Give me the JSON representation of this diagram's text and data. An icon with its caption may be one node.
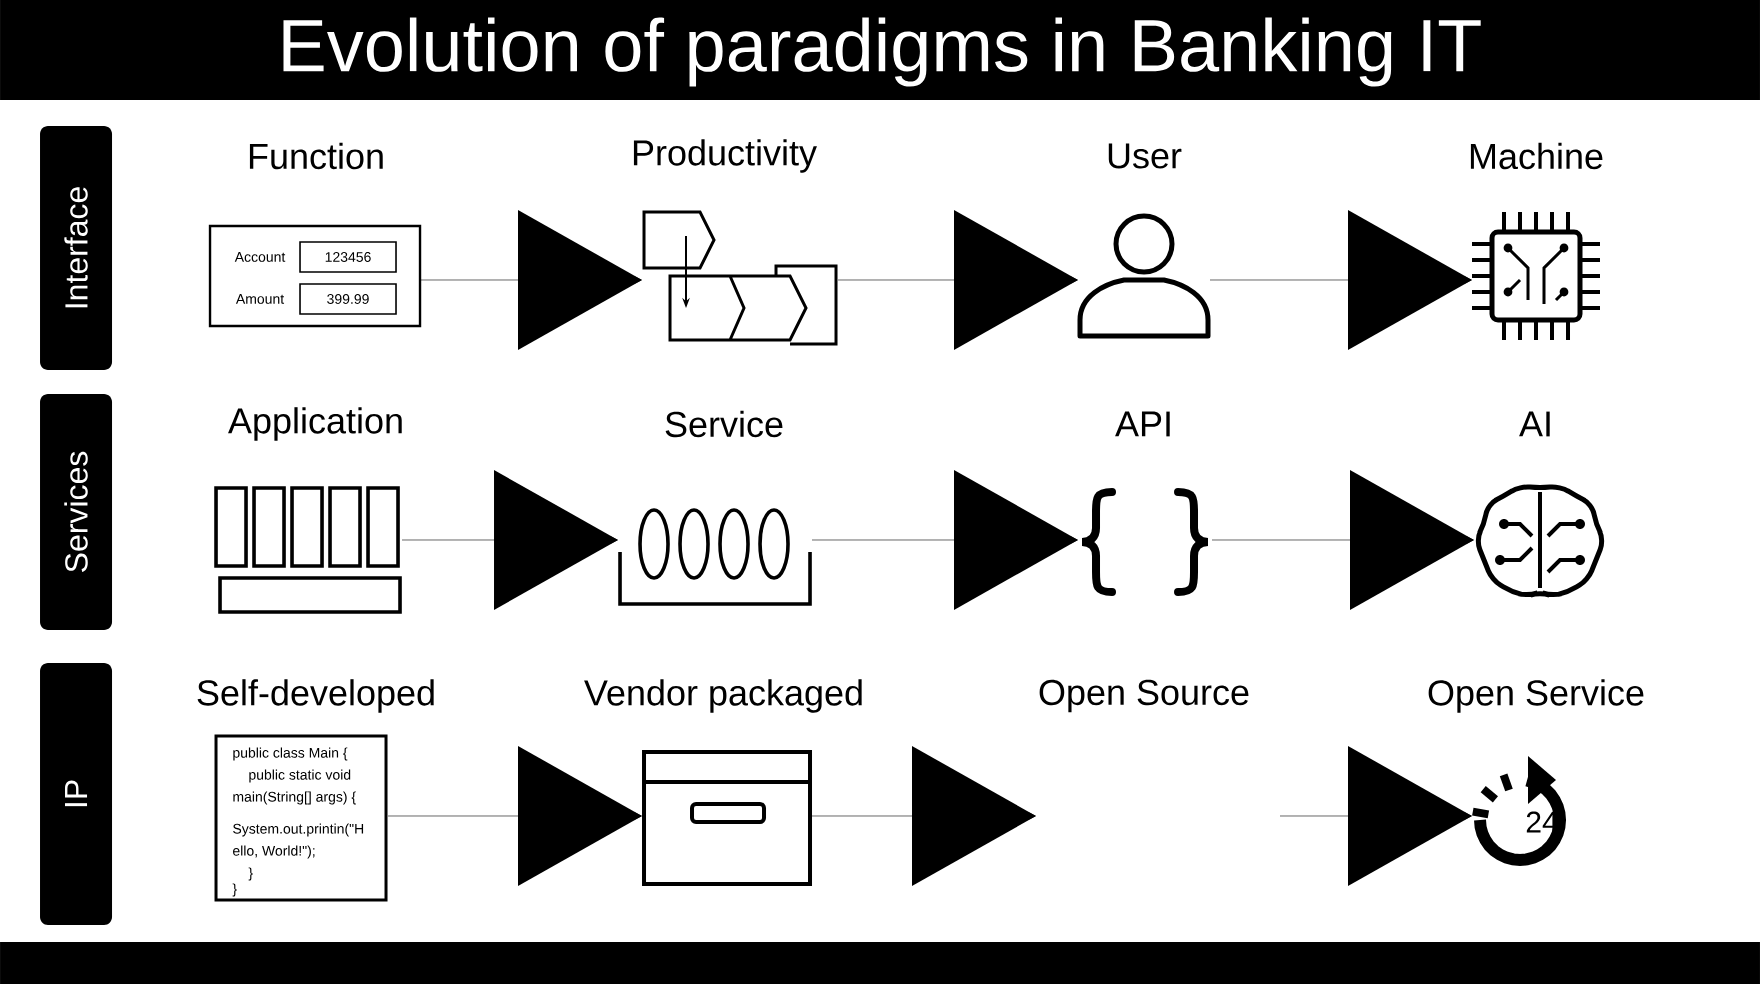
{
  "diagram": {
    "title": "Evolution of paradigms in Banking IT",
    "nodes": [
      {
        "text": [
          "Interface"
        ]
      },
      {
        "text": [
          "Function"
        ]
      },
      {
        "text": [
          "Productivity"
        ]
      },
      {
        "text": [
          "User"
        ]
      },
      {
        "text": [
          "Machine"
        ]
      },
      {
        "text": [
          "Services"
        ]
      },
      {
        "text": [
          "Application"
        ]
      },
      {
        "text": [
          "Service"
        ]
      },
      {
        "text": [
          "API"
        ]
      },
      {
        "text": [
          "AI"
        ]
      },
      {
        "text": [
          "IP"
        ]
      },
      {
        "text": [
          "Self-developed"
        ]
      },
      {
        "text": [
          "Vendor packaged"
        ]
      },
      {
        "text": [
          "Open Source"
        ]
      },
      {
        "text": [
          "Open Service"
        ]
      }
    ],
    "edges": [
      {
        "from": 1,
        "to": 2,
        "arrow": "to"
      },
      {
        "from": 2,
        "to": 3,
        "arrow": "to"
      },
      {
        "from": 3,
        "to": 4,
        "arrow": "to"
      },
      {
        "from": 6,
        "to": 7,
        "arrow": "to"
      },
      {
        "from": 7,
        "to": 8,
        "arrow": "to"
      },
      {
        "from": 8,
        "to": 9,
        "arrow": "to"
      },
      {
        "from": 11,
        "to": 12,
        "arrow": "to"
      },
      {
        "from": 12,
        "to": 13,
        "arrow": "to"
      },
      {
        "from": 13,
        "to": 14,
        "arrow": "to"
      }
    ],
    "labels": [
      "Account",
      "123456",
      "Amount",
      "399.99",
      "public class Main {",
      "public static void",
      "main(String[] args) {",
      "System.out.printin(\"H",
      "ello, World!\");",
      "}",
      "}",
      "24"
    ]
  }
}
